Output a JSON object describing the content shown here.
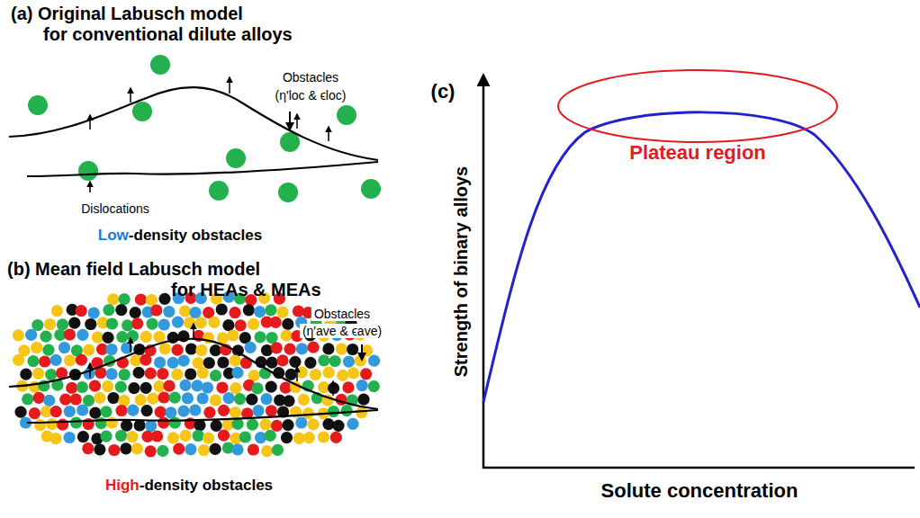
{
  "diagram": {
    "labels": [
      "(a) Original Labusch model",
      "for conventional dilute alloys",
      "Obstacles",
      "(η′loc & ϵloc)",
      "Dislocations",
      "Low-density obstacles",
      "(b) Mean field Labusch model",
      "for HEAs & MEAs",
      "Obstacles",
      "(η′ave & ϵave)",
      "High-density obstacles",
      "(c)",
      "Plateau region",
      "Strength of binary alloys",
      "Solute concentration"
    ]
  }
}
